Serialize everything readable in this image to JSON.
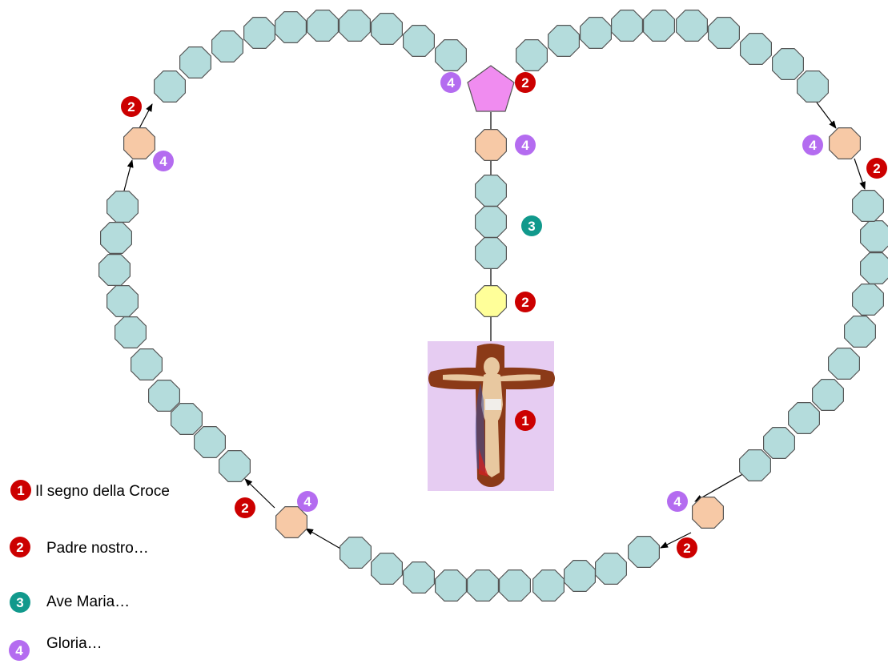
{
  "colors": {
    "bead_fill": "#b4dcdc",
    "bead_stroke": "#555555",
    "gloria_bead_fill": "#f7c9a6",
    "center_bead_fill": "#ffff99",
    "pentagon_fill": "#f08cf0",
    "badge_1": "#cc0000",
    "badge_2": "#cc0000",
    "badge_3": "#11998c",
    "badge_4": "#b46cf0",
    "crucifix_bg": "#e6ccf2",
    "cross_wood": "#8b3a18",
    "figure_skin": "#e8c8a0"
  },
  "badges": {
    "one": "1",
    "two": "2",
    "three": "3",
    "four": "4"
  },
  "legend": {
    "item1": "Il segno della Croce",
    "item2": "Padre nostro…",
    "item3": "Ave Maria…",
    "item4": "Gloria…"
  }
}
